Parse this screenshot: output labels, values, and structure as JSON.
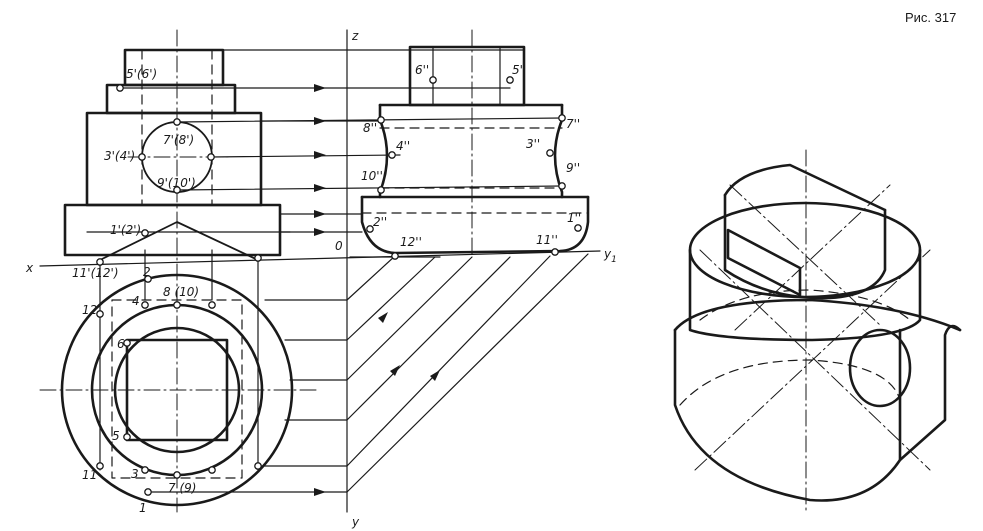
{
  "caption": "Рис. 317",
  "axes": {
    "x": "x",
    "y1": "y",
    "y1_sub": "1",
    "z": "z",
    "y": "y",
    "origin": "0"
  },
  "front_labels": {
    "p56": "5'(6')",
    "p34": "3'(4')",
    "p78": "7'(8')",
    "p910": "9'(10')",
    "p12": "1'(2')",
    "p1112": "11'(12')"
  },
  "side_labels": {
    "p6": "6''",
    "p5": "5''",
    "p8": "8''",
    "p7": "7''",
    "p4": "4''",
    "p3": "3''",
    "p10": "10''",
    "p9": "9''",
    "p2": "2''",
    "p1": "1''",
    "p12": "12''",
    "p11": "11''"
  },
  "top_labels": {
    "p2": "2",
    "p4": "4",
    "p810": "8 (10)",
    "p12": "12",
    "p6": "6",
    "p5": "5",
    "p11": "11",
    "p3": "3",
    "p79": "7 (9)",
    "p1": "1"
  }
}
